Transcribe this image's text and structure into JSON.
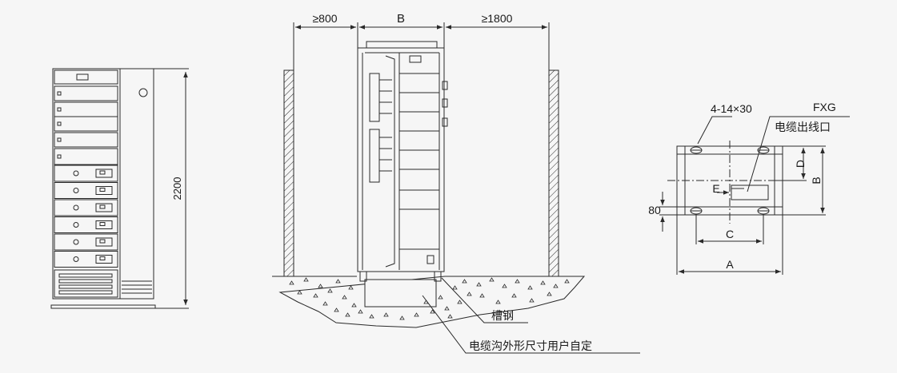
{
  "colors": {
    "background": "#f6f6f6",
    "line": "#2a2a2a"
  },
  "front_view": {
    "height_label": "2200"
  },
  "side_view": {
    "dim_left": "≥800",
    "dim_center": "B",
    "dim_right": "≥1800",
    "label_channel_steel": "槽钢",
    "label_cable_trench": "电缆沟外形尺寸用户自定"
  },
  "plan_view": {
    "label_holes": "4-14×30",
    "label_fxg": "FXG",
    "label_cable_outlet": "电缆出线口",
    "dim_a": "A",
    "dim_b": "B",
    "dim_c": "C",
    "dim_d": "D",
    "dim_e": "E",
    "dim_80": "80"
  }
}
